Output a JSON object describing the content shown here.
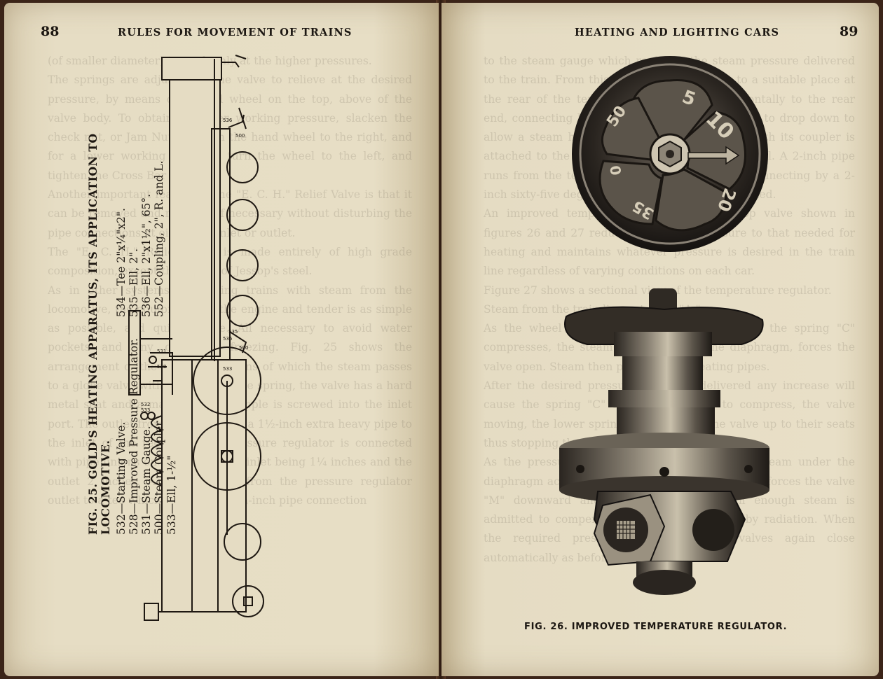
{
  "left_page": {
    "page_number": "88",
    "running_head": "RULES FOR MOVEMENT OF TRAINS",
    "figure": {
      "caption_title": "FIG. 25.  GOLD'S HEATING APPARATUS, ITS APPLICATION TO LOCOMOTIVE.",
      "parts_left": [
        "532—Starting Valve.",
        "528—Improved Pressure Regulator.",
        "531—Steam Gauge.",
        "500—Steam Coupler.",
        "533—Ell, 1-½\""
      ],
      "parts_right": [
        "534—Tee 2\"x¼\"x2\".",
        "535—Ell, 2\".",
        "536—Ell, 2\"x1½\", 65°.",
        "552—Coupling, 2\", R. and L."
      ]
    }
  },
  "right_page": {
    "page_number": "89",
    "running_head": "HEATING AND LIGHTING CARS",
    "figure": {
      "dial_numbers": [
        "5",
        "10",
        "50",
        "20",
        "35",
        "0"
      ],
      "caption": "FIG. 26.  IMPROVED TEMPERATURE REGULATOR."
    }
  },
  "bleed_through_left": "(of smaller diameter) is used, only at the higher pressures.\nThe springs are adjusted at the valve to relieve at the desired pressure, by means of a hand wheel on the top, above of the valve body. To obtain a higher working pressure, slacken the check nut, or Jam Nut and turn the hand wheel to the right, and for a lower working pressure turn the wheel to the left, and tighten the Cross Bar Check.\nAnother important feature of the \"E. C. H.\" Relief Valve is that it can be removed and renewed if necessary without disturbing the pipe connections at either the inlet or outlet.\nThe \"E. C. H.\" Relief Valve is made entirely of high grade composition, except the spring of Jessop's steel.\nAs in other systems of heating trains with steam from the locomotive, the equipment for the engine and tender is as simple as possible, and quite simple. All necessary to avoid water pockets and any cause of freezing. Fig. 25 shows the arrangement of the piping, by means of which the steam passes to a globe valve with a Jenkin bronze spring, the valve has a hard metal seat and a malleable iron nipple is screwed into the inlet port. The outlet from this inlet runs a 1½-inch extra heavy pipe to the inlet of the regulator. The pressure regulator is connected with pipe unions on both sides, the inlet being 1¼ inches and the outlet 2 inches. A 2-inch nipple from the pressure regulator outlet to a tee which is tapped for ¼-inch pipe connection",
  "bleed_through_right": "to the steam gauge which registers the steam pressure delivered to the train. From this tee a pipe runs down to a suitable place at the rear of the tender and thence goes horizontally to the rear end, connecting by 45-inch sixty-five degree ells, to drop down to allow a steam hose coupler. The hose coupler with its coupler is attached to the train line by means of a similar ell. A 2-inch pipe runs from the tender with a pitch to the rear, connecting by a 2-inch sixty-five degree ell with the coupler connected.\nAn improved temperature regulator and stop valve shown in figures 26 and 27 reduces the steam pressure to that needed for heating and maintains whatever pressure is desired in the train line regardless of varying conditions on each car.\nFigure 27 shows a sectional view of the temperature regulator.\nSteam from the train line enters at \"A.\"\nAs the wheel \"O\" is turned from left to right, the spring \"C\" compresses, the steam acting through the diaphragm, forces the valve open. Steam then passes to the heating pipes.\nAfter the desired pressure has been delivered any increase will cause the spring \"C\" and the valve \"F\" to compress, the valve moving, the lower spring \"N\" will force the valve up to their seats thus stopping the flow.\nAs the pressure in the regulator reduces, the steam under the diaphragm acts again on the spring \"C\" and again forces the valve \"M\" downward and holds them open until enough steam is admitted to compensate for the amount lost by radiation. When the required pressure is reached the valves again close automatically as before."
}
